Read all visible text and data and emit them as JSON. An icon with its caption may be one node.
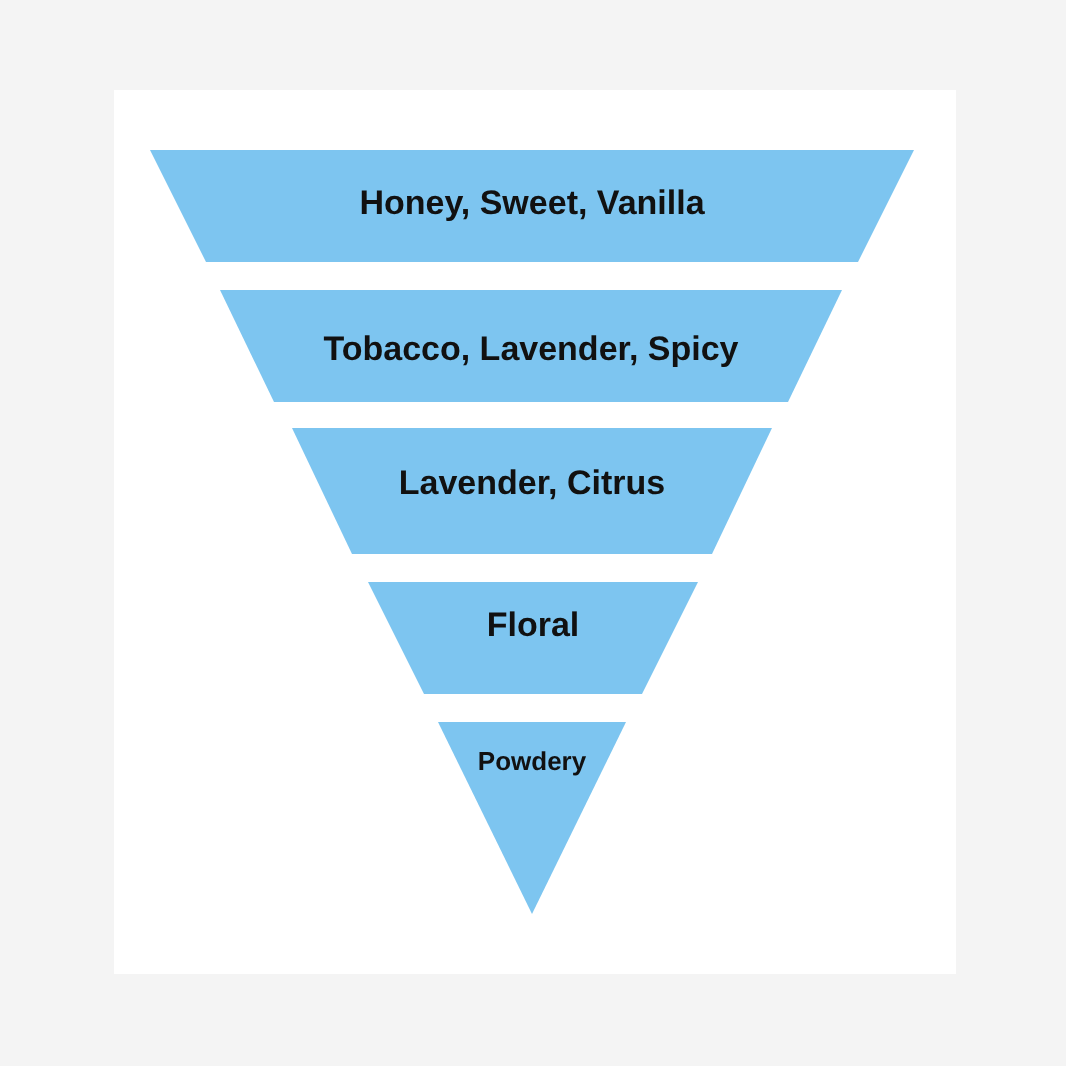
{
  "diagram": {
    "nodes": [
      {
        "text": [
          "Honey, Sweet, Vanilla"
        ]
      },
      {
        "text": [
          "Tobacco, Lavender, Spicy"
        ]
      },
      {
        "text": [
          "Lavender, Citrus"
        ]
      },
      {
        "text": [
          "Floral"
        ]
      },
      {
        "text": [
          "Powdery"
        ]
      }
    ]
  }
}
